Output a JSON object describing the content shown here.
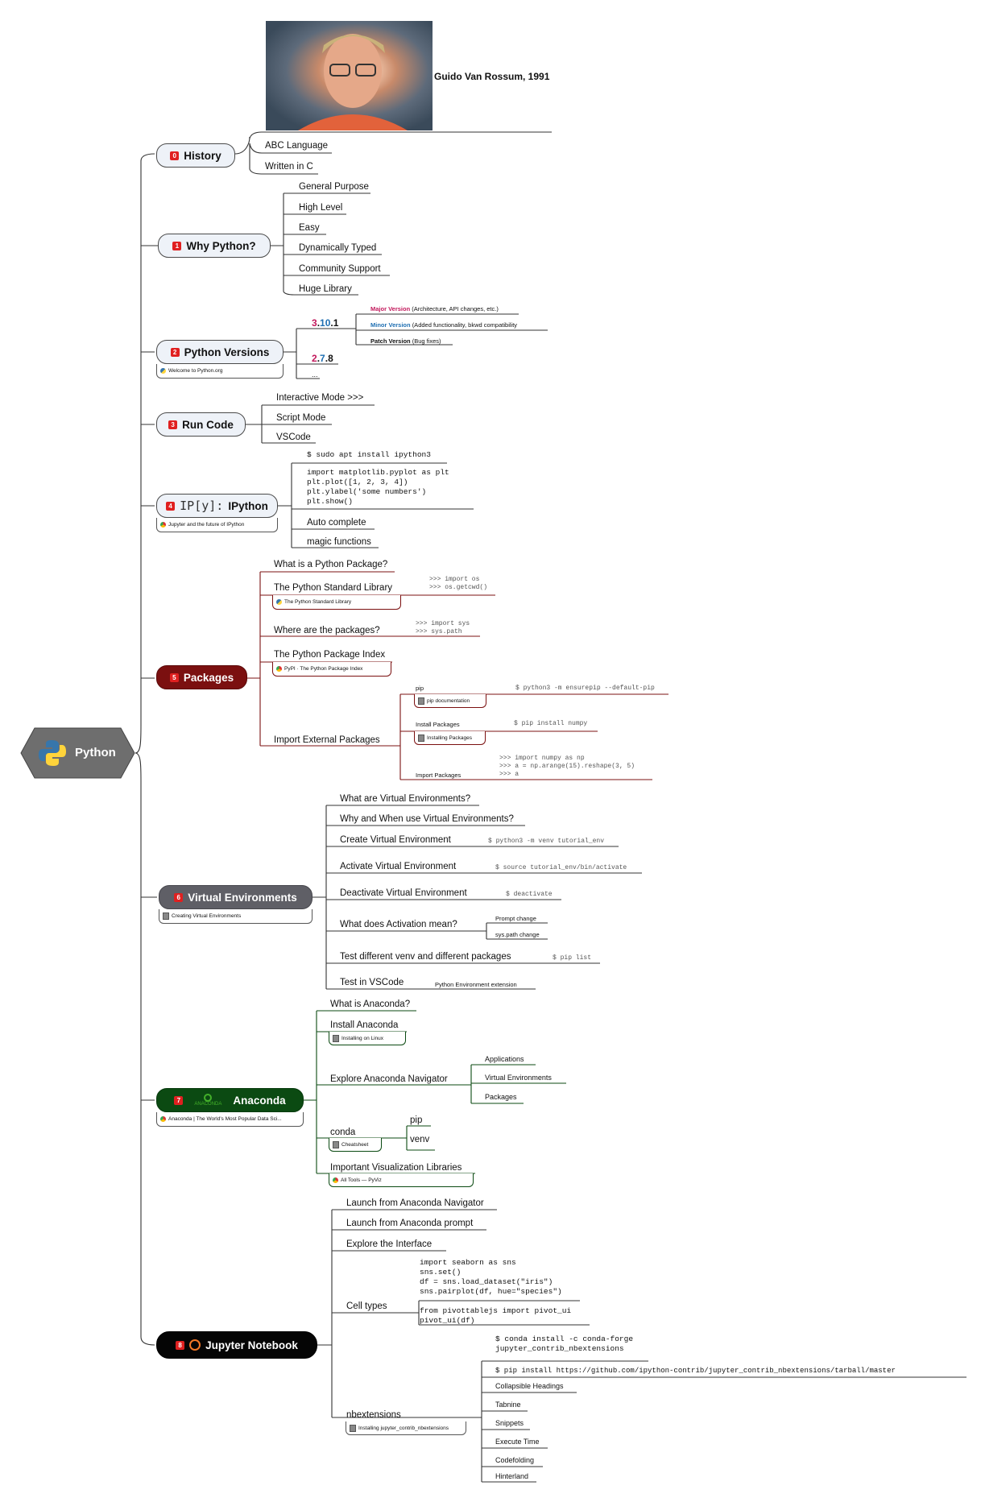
{
  "root": "Python",
  "photo_caption": "Guido Van Rossum, 1991",
  "branches": {
    "history": {
      "num": "0",
      "label": "History",
      "children": [
        "ABC Language",
        "Written in C"
      ]
    },
    "why": {
      "num": "1",
      "label": "Why Python?",
      "children": [
        "General Purpose",
        "High Level",
        "Easy",
        "Dynamically Typed",
        "Community Support",
        "Huge Library"
      ]
    },
    "versions": {
      "num": "2",
      "label": "Python Versions",
      "link": "Welcome to Python.org",
      "v3": {
        "major": "3",
        "minor": "10",
        "patch": "1"
      },
      "v2": {
        "major": "2",
        "minor": "7",
        "patch": "8"
      },
      "ellipsis": "...",
      "major_label": "Major Version",
      "major_desc": "(Architecture, API changes, etc.)",
      "minor_label": "Minor Version",
      "minor_desc": "(Added functionality, bkwd compatibility",
      "patch_label": "Patch Version",
      "patch_desc": "(Bug fixes)",
      "colors": {
        "major": "#c2185b",
        "minor": "#1f6fb2",
        "patch": "#111111"
      }
    },
    "run": {
      "num": "3",
      "label": "Run Code",
      "children": [
        "Interactive Mode >>>",
        "Script Mode",
        "VSCode"
      ]
    },
    "ipython": {
      "num": "4",
      "logo": "IP[y]:",
      "label": "IPython",
      "link": "Jupyter and the future of IPython",
      "install": "$ sudo apt install ipython3",
      "code": "import matplotlib.pyplot as plt\nplt.plot([1, 2, 3, 4])\nplt.ylabel('some numbers')\nplt.show()",
      "children": [
        "Auto complete",
        "magic functions"
      ]
    },
    "packages": {
      "num": "5",
      "label": "Packages",
      "color": "#7b1010",
      "what": "What is a Python Package?",
      "stdlib": "The Python Standard Library",
      "stdlib_link": "The Python Standard Library",
      "stdlib_code": ">>> import os\n>>> os.getcwd()",
      "where": "Where are the packages?",
      "where_code": ">>> import sys\n>>> sys.path",
      "pypi": "The Python Package Index",
      "pypi_link": "PyPI · The Python Package Index",
      "external": "Import External Packages",
      "pip": "pip",
      "pip_link": "pip documentation",
      "pip_code": "$ python3 -m ensurepip --default-pip",
      "install_label": "Install Packages",
      "install_link": "Installing Packages",
      "install_code": "$ pip install numpy",
      "import_label": "Import Packages",
      "import_code": ">>> import numpy as np\n>>> a = np.arange(15).reshape(3, 5)\n>>> a"
    },
    "venv": {
      "num": "6",
      "label": "Virtual Environments",
      "link": "Creating Virtual Environments",
      "color": "#5f5f66",
      "items": [
        {
          "label": "What are Virtual Environments?",
          "note": ""
        },
        {
          "label": "Why and When use Virtual Environments?",
          "note": ""
        },
        {
          "label": "Create Virtual Environment",
          "note": "$ python3 -m venv tutorial_env"
        },
        {
          "label": "Activate Virtual Environment",
          "note": "$ source tutorial_env/bin/activate"
        },
        {
          "label": "Deactivate Virtual Environment",
          "note": "$ deactivate"
        },
        {
          "label": "What does Activation mean?",
          "note": ""
        },
        {
          "label": "Test different venv and different packages",
          "note": "$ pip list"
        },
        {
          "label": "Test in VSCode",
          "note": "Python Environment extension"
        }
      ],
      "activation_notes": [
        "Prompt change",
        "sys.path change"
      ]
    },
    "anaconda": {
      "num": "7",
      "label": "Anaconda",
      "logo_text": "ANACONDA",
      "link": "Anaconda | The World's Most Popular Data Sci...",
      "color": "#0b4a12",
      "what": "What is Anaconda?",
      "install": "Install Anaconda",
      "install_link": "Installing on Linux",
      "navigator": "Explore Anaconda Navigator",
      "navigator_items": [
        "Applications",
        "Virtual Environments",
        "Packages"
      ],
      "conda": "conda",
      "conda_link": "Cheatsheet",
      "conda_items": [
        "pip",
        "venv"
      ],
      "viz": "Important Visualization Libraries",
      "viz_link": "All Tools — PyViz"
    },
    "jupyter": {
      "num": "8",
      "label": "Jupyter Notebook",
      "color": "#050505",
      "items": [
        "Launch from Anaconda Navigator",
        "Launch from Anaconda prompt",
        "Explore the Interface"
      ],
      "cells": "Cell types",
      "cell_code1": "import seaborn as sns\nsns.set()\ndf = sns.load_dataset(\"iris\")\nsns.pairplot(df, hue=\"species\")",
      "cell_code2": "from pivottablejs import pivot_ui\npivot_ui(df)",
      "nbext": "nbextensions",
      "nbext_link": "Installing jupyter_contrib_nbextensions",
      "nbext_code1": "$ conda install -c conda-forge\njupyter_contrib_nbextensions",
      "nbext_code2": "$ pip install https://github.com/ipython-contrib/jupyter_contrib_nbextensions/tarball/master",
      "nbext_items": [
        "Collapsible Headings",
        "Tabnine",
        "Snippets",
        "Execute Time",
        "Codefolding",
        "Hinterland"
      ]
    }
  }
}
